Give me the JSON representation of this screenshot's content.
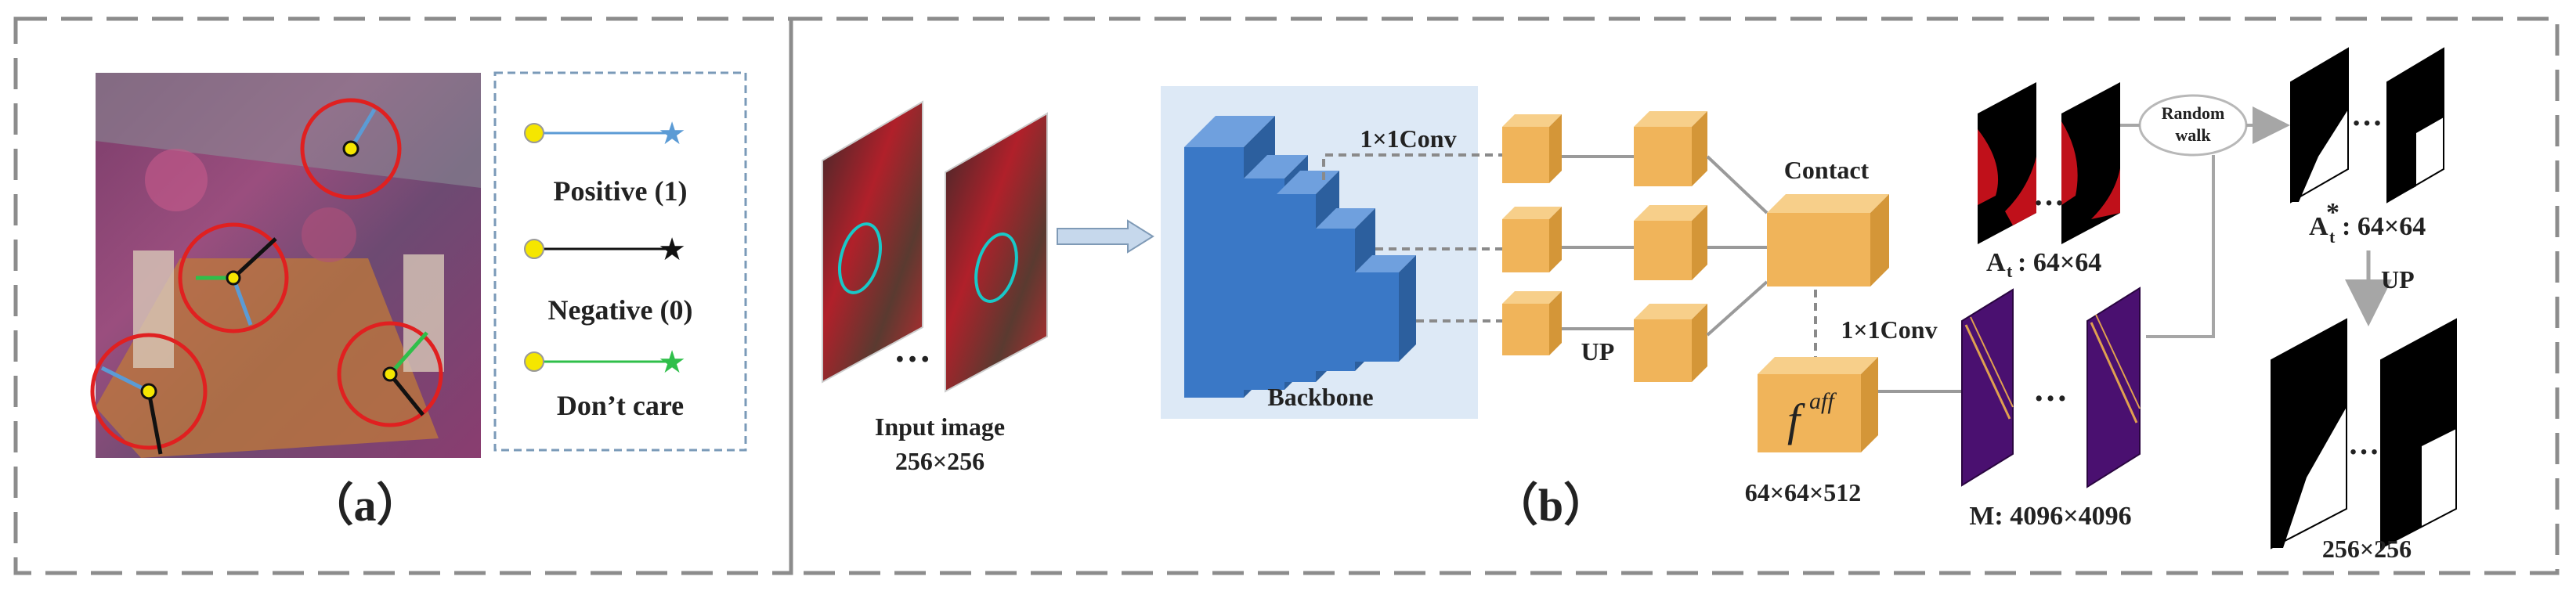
{
  "panel_a": {
    "caption": "（a）",
    "legend": {
      "positive": "Positive (1)",
      "negative": "Negative (0)",
      "dont_care": "Don’t care"
    },
    "colors": {
      "positive": "#5b9bd5",
      "negative": "#111111",
      "dont_care": "#2fbf4a",
      "circle": "#e02020",
      "keypoint": "#f5e600"
    }
  },
  "panel_b": {
    "caption": "（b）",
    "input_label": "Input image",
    "input_size": "256×256",
    "input_ellipsis": "…",
    "backbone_label": "Backbone",
    "conv1_label": "1×1Conv",
    "up_label": "UP",
    "contact_label": "Contact",
    "conv2_label": "1×1Conv",
    "faff_main": "f",
    "faff_sup": "aff",
    "faff_size": "64×64×512",
    "at_main": "A",
    "at_sub": "t",
    "at_size": ": 64×64",
    "m_label": "M: 4096×4096",
    "random_walk": [
      "Random",
      "walk"
    ],
    "atstar_main": "A",
    "atstar_sub": "t",
    "atstar_sup": "*",
    "atstar_size": ": 64×64",
    "up2_label": "UP",
    "out_size": "256×256",
    "ellipsis": "…",
    "colors": {
      "block_face": "#f0b45a",
      "block_top": "#f7cf8a",
      "block_side": "#d49638",
      "backbone": "#3a78c6",
      "backbone_bg": "#dde9f6",
      "m_fill": "#4a1070"
    }
  }
}
